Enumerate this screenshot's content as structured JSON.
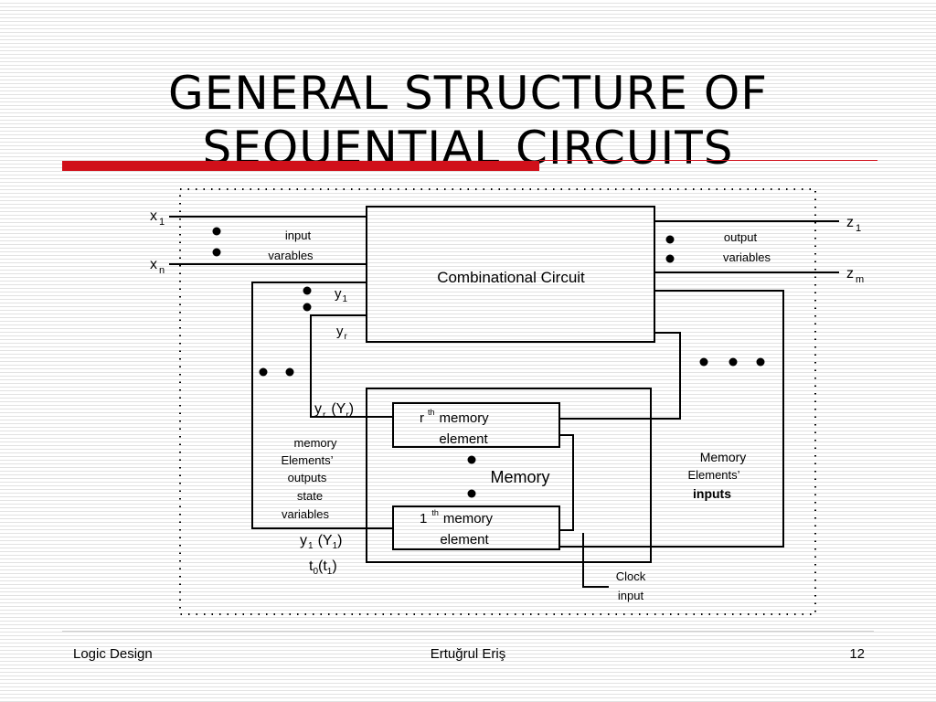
{
  "title": {
    "line1": "GENERAL STRUCTURE OF",
    "line2": "SEQUENTIAL CIRCUITS"
  },
  "diagram": {
    "combinational_circuit": "Combinational Circuit",
    "memory_block": "Memory",
    "inputs": {
      "x_first": "x",
      "x_first_sub": "1",
      "x_last": "x",
      "x_last_sub": "n",
      "label_line1": "input",
      "label_line2": "varables"
    },
    "outputs": {
      "z_first": "z",
      "z_first_sub": "1",
      "z_last": "z",
      "z_last_sub": "m",
      "label_line1": "output",
      "label_line2": "variables"
    },
    "state_feedback": {
      "y_first": "y",
      "y_first_sub": "1",
      "y_last": "y",
      "y_last_sub": "r"
    },
    "memory_elements": {
      "r_prefix": "r",
      "r_sup": "th",
      "r_line1": "memory",
      "r_line2": "element",
      "one_prefix": "1",
      "one_sup": "th",
      "one_line1": "memory",
      "one_line2": "element"
    },
    "memory_outputs_label": [
      "memory",
      "Elements’",
      "outputs",
      "state",
      "variables"
    ],
    "memory_inputs_label": [
      "Memory",
      "Elements’",
      "inputs"
    ],
    "yr_Yr": {
      "y": "y",
      "y_sub": "r",
      "Y": "(Y",
      "Y_sub": "r",
      "close": ")"
    },
    "y1_Y1": {
      "y": "y",
      "y_sub": "1",
      "Y": "(Y",
      "Y_sub": "1",
      "close": ")"
    },
    "t0_t1": {
      "t": "t",
      "t_sub": "0",
      "t2": "(t",
      "t2_sub": "1",
      "close": ")"
    },
    "clock_label": [
      "Clock",
      "input"
    ]
  },
  "footer": {
    "left": "Logic Design",
    "center": "Ertuğrul Eriş",
    "right": "12"
  },
  "colors": {
    "accent_red": "#d0101a",
    "line": "#000000"
  }
}
